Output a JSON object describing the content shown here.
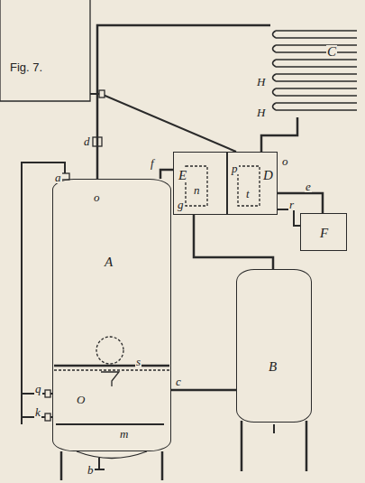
{
  "diagram": {
    "nodes": [
      {
        "text": [
          "A"
        ]
      },
      {
        "text": [
          "B"
        ]
      },
      {
        "text": [
          "C"
        ]
      },
      {
        "text": [
          "E"
        ]
      },
      {
        "text": [
          "D"
        ]
      },
      {
        "text": [
          "F"
        ]
      }
    ],
    "edges": [
      {
        "from": 0,
        "to": 3,
        "arrow": "none"
      },
      {
        "from": 0,
        "to": 2,
        "arrow": "none"
      },
      {
        "from": 0,
        "to": 1,
        "arrow": "none"
      },
      {
        "from": 3,
        "to": 1,
        "arrow": "none"
      },
      {
        "from": 4,
        "to": 5,
        "arrow": "none"
      },
      {
        "from": 4,
        "to": 2,
        "arrow": "none"
      }
    ],
    "labels": [
      "Fig. 7.",
      "a",
      "o",
      "d",
      "f",
      "n",
      "g",
      "p",
      "t",
      "o",
      "e",
      "r",
      "H",
      "H",
      "s",
      "c",
      "q",
      "k",
      "O",
      "m",
      "b"
    ]
  }
}
